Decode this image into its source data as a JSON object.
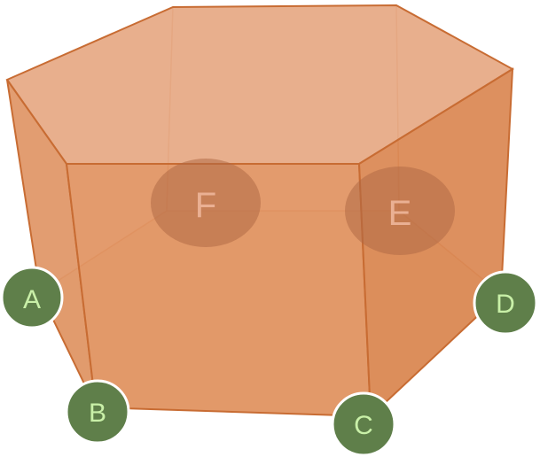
{
  "figure": {
    "colors": {
      "face": "#e0935f",
      "edge": "#c66a30",
      "top": "#e7ad88",
      "badge_fill": "#5f7f4a",
      "badge_stroke": "#ffffff",
      "badge_text": "#c9f0a8",
      "hidden_badge": "#b06a46",
      "hidden_text": "#e8a88a"
    },
    "vertices": {
      "A": "A",
      "B": "B",
      "C": "C",
      "D": "D",
      "E": "E",
      "F": "F"
    }
  }
}
